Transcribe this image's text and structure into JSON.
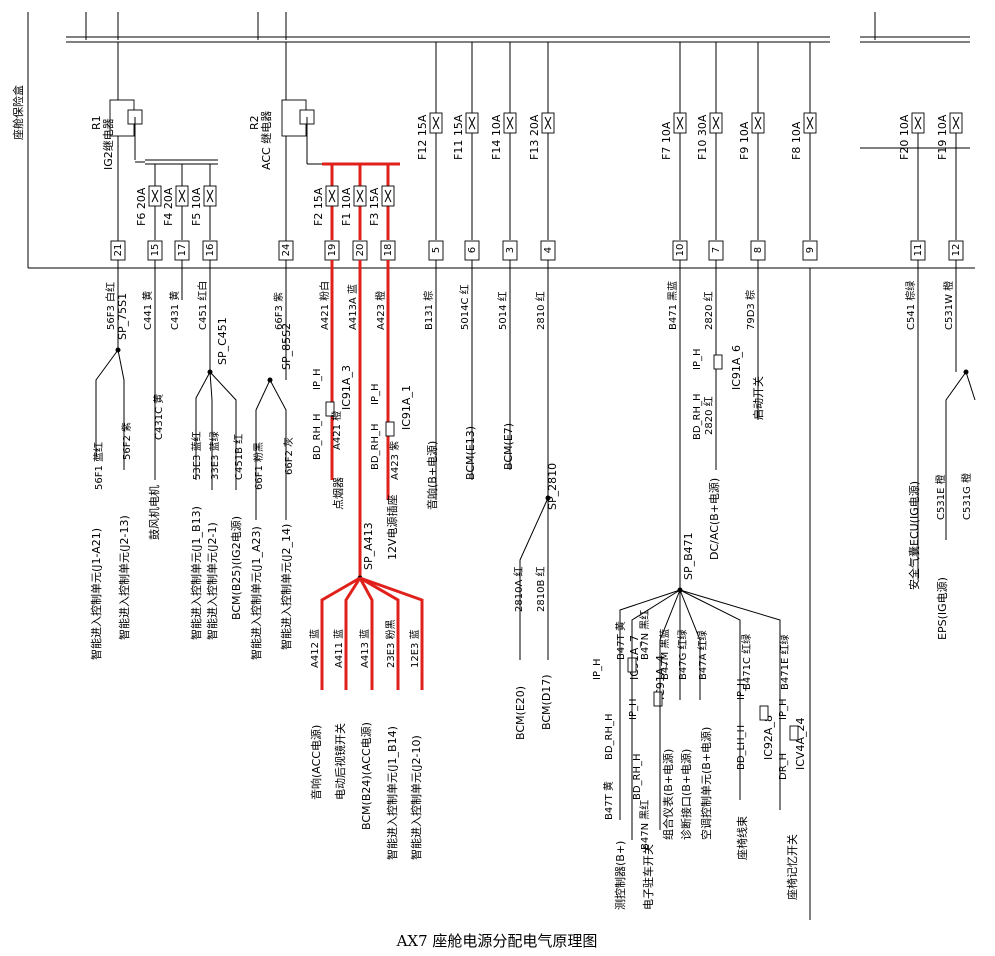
{
  "caption": "AX7 座舱电源分配电气原理图",
  "fusebox_label": "座舱保险盒",
  "relays": [
    {
      "id": "R1",
      "name": "IG2继电器"
    },
    {
      "id": "R2",
      "name": "ACC 继电器"
    }
  ],
  "fuses_upper": [
    "F6 20A",
    "F4 20A",
    "F5 10A",
    "F2 15A",
    "F1 10A",
    "F3 15A"
  ],
  "fuses_top": [
    "F12 15A",
    "F11 15A",
    "F14 10A",
    "F13 20A",
    "F7 10A",
    "F10 30A",
    "F9 10A",
    "F8 10A",
    "F20 10A",
    "F19 10A"
  ],
  "pins": [
    "21",
    "15",
    "17",
    "16",
    "24",
    "19",
    "20",
    "18",
    "5",
    "6",
    "3",
    "4",
    "10",
    "7",
    "8",
    "9",
    "11",
    "12"
  ],
  "wires": [
    "56F3 白红",
    "C441 黄",
    "C431 黄",
    "C451 红白",
    "66F3 紫",
    "A421 粉白",
    "A413A 蓝",
    "A423 橙",
    "B131 棕",
    "5014C 红",
    "5014 红",
    "2810 红",
    "B471 黑蓝",
    "2820 红",
    "79D3 棕",
    "C541 棕绿",
    "C531W 橙"
  ],
  "splices": [
    "SP_75S1",
    "SP_C451",
    "SP_85S2",
    "SP_A413",
    "SP_2810",
    "SP_B471"
  ],
  "connectors": [
    "IC91A_3",
    "IC91A_1",
    "IC91A_6",
    "IC91A_7",
    "IC91A_4",
    "IC92A_8",
    "ICV4A_24"
  ],
  "pref": {
    "bd_rh_h": "BD_RH_H",
    "ip_h": "IP_H",
    "bd_lh_h": "BD_LH_H",
    "dr_h": "DR_H"
  },
  "wire_codes": {
    "a421": "A421 橙",
    "a423": "A423 紫",
    "c2820": "2820 红",
    "c56f1": "56F1 蓝红",
    "c56f2": "56F2 紫",
    "c431c": "C431C 黄",
    "c53e3": "53E3 蓝红",
    "c33e3": "33E3 蓝绿",
    "c451b": "C451B 红",
    "c66f1": "66F1 粉黑",
    "c66f2": "66F2 灰",
    "a412": "A412 蓝",
    "a411": "A411 蓝",
    "a413": "A413 蓝",
    "c23e3": "23E3 粉黑",
    "c12e3": "12E3 蓝",
    "c2810a": "2810A 红",
    "c2810b": "2810B 红",
    "b47t": "B47T 黄",
    "b47t2": "B47T 黄",
    "b47n": "B47N 黑红",
    "b47n2": "B47N 黑红",
    "b47m": "B47M 黑蓝",
    "b47g": "B47G 红绿",
    "b47a": "B47A 红绿",
    "b471c": "B471C 红绿",
    "b471e": "B471E 红绿",
    "c531e": "C531E 橙",
    "c531g": "C531G 橙"
  },
  "loads": {
    "l1": "智能进入控制单元(J1-A21)",
    "l2": "智能进入控制单元(J2-13)",
    "l3": "鼓风机电机",
    "l4": "智能进入控制单元(J1_B13)",
    "l5": "智能进入控制单元(J2-1)",
    "l6": "BCM(B25)(IG2电源)",
    "l7": "智能进入控制单元(J1_A23)",
    "l8": "智能进入控制单元(J2_14)",
    "l9": "点烟器",
    "l10": "12V电源插座",
    "l11": "音响(ACC电源)",
    "l12": "电动后视镜开关",
    "l13": "BCM(B24)(ACC电源)",
    "l14": "智能进入控制单元(J1_B14)",
    "l15": "智能进入控制单元(J2-10)",
    "l16": "音响(B+电源)",
    "l17": "BCM(E13)",
    "l18": "BCM(E7)",
    "l19": "BCM(E20)",
    "l20": "BCM(D17)",
    "l21": "DC/AC(B+电源)",
    "l22": "启动开关",
    "l23": "测控制器(B+)",
    "l24": "电子驻车开关",
    "l25": "组合仪表(B+电源)",
    "l26": "诊断接口(B+电源)",
    "l27": "空调控制单元(B+电源)",
    "l28": "座椅线束",
    "l29": "座椅记忆开关",
    "l30": "安全气囊ECU(IG电源)",
    "l31": "EPS(IG电源)"
  }
}
